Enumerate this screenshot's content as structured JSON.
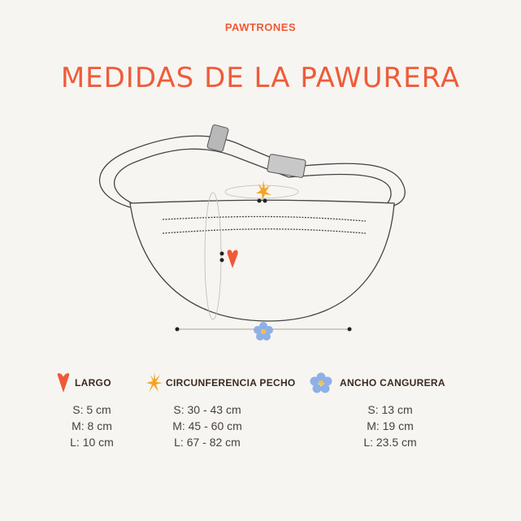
{
  "brand": "PAWTRONES",
  "title": "MEDIDAS DE LA PAWURERA",
  "legend": [
    {
      "icon": "heart-icon",
      "color": "#ef5a36",
      "label": "LARGO",
      "values": [
        "S: 5 cm",
        "M: 8 cm",
        "L: 10 cm"
      ]
    },
    {
      "icon": "star-burst-icon",
      "color": "#f3a326",
      "label": "CIRCUNFERENCIA PECHO",
      "values": [
        "S: 30 - 43 cm",
        "M: 45 - 60 cm",
        "L: 67 - 82 cm"
      ]
    },
    {
      "icon": "flower-icon",
      "color": "#8fb0e6",
      "label": "ANCHO CANGURERA",
      "values": [
        "S: 13 cm",
        "M: 19 cm",
        "L: 23.5 cm"
      ]
    }
  ]
}
